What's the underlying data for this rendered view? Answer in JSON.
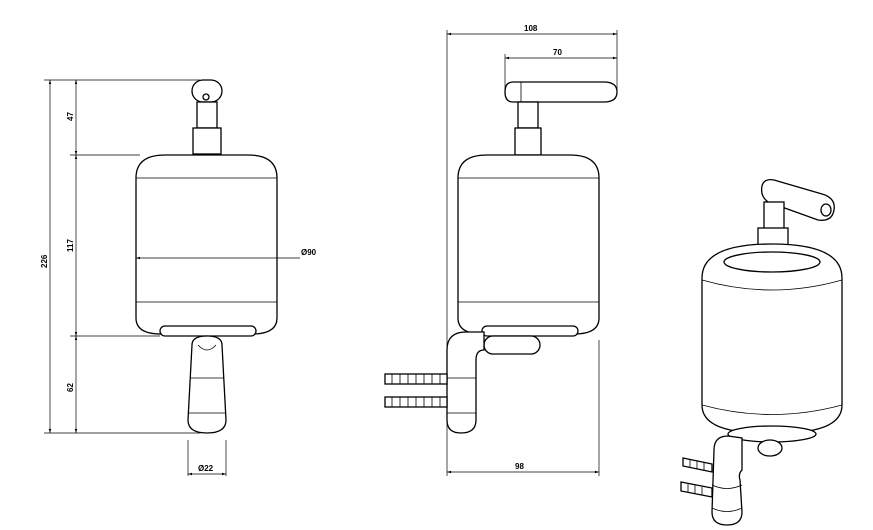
{
  "front_view": {
    "overall_height": "226",
    "pump_height": "47",
    "body_height": "117",
    "bottom_height": "62",
    "body_diameter": "Ø90",
    "base_diameter": "Ø22"
  },
  "side_view": {
    "overall_width": "108",
    "lever_length": "70",
    "depth": "98"
  }
}
